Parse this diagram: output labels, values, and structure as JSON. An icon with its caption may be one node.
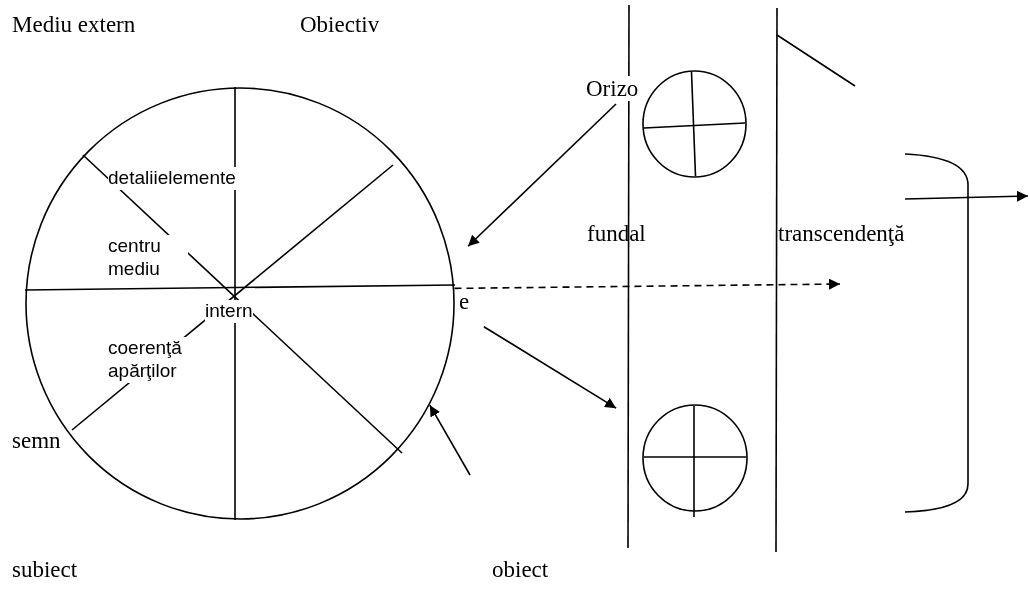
{
  "diagram": {
    "nodes": [
      {
        "text": [
          "detaliielemente",
          "centru mediu",
          "intern",
          "coerenţă apărţilor"
        ]
      },
      {
        "text": [
          "Orizo"
        ]
      },
      {
        "text": [],
        "shape": "circle"
      },
      {
        "text": [],
        "shape": "circle"
      }
    ],
    "edges": [
      {
        "from": 1,
        "to": 0,
        "arrow": "to"
      },
      {
        "from": 0,
        "to": 3,
        "arrow": "to"
      },
      {
        "from": 0,
        "to": null,
        "arrow": "to",
        "style": "dashed"
      },
      {
        "from": null,
        "to": 0,
        "arrow": "to"
      }
    ],
    "labels": [
      "Mediu extern",
      "Obiectiv",
      "fundal",
      "transcendenţă",
      "e",
      "semn",
      "subiect",
      "obiect"
    ]
  }
}
